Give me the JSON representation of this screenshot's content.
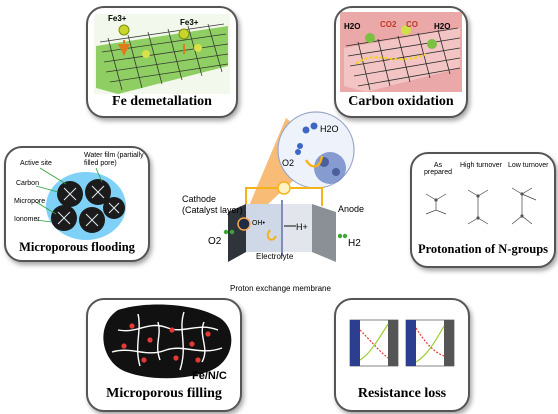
{
  "panels": {
    "fe_demetallation": {
      "caption": "Fe demetallation",
      "ion_labels": [
        "Fe3+",
        "Fe3+"
      ]
    },
    "carbon_oxidation": {
      "caption": "Carbon oxidation",
      "species": [
        "H2O",
        "CO2",
        "CO",
        "H2O"
      ]
    },
    "microporous_flooding": {
      "caption": "Microporous flooding",
      "labels": [
        "Active site",
        "Water film (partially filled pore)",
        "Carbon",
        "Micropore",
        "Ionomer"
      ]
    },
    "protonation": {
      "caption": "Protonation of N-groups",
      "labels": [
        "As prepared",
        "High turnover",
        "Low turnover"
      ]
    },
    "microporous_filling": {
      "caption": "Microporous filling",
      "material": "Fe/N/C"
    },
    "resistance_loss": {
      "caption": "Resistance loss"
    }
  },
  "center": {
    "cathode_label": "Cathode (Catalyst layer)",
    "anode_label": "Anode",
    "electrolyte_label": "Electrolyte",
    "membrane_label": "Proton exchange membrane",
    "o2": "O2",
    "h2": "H2",
    "h_plus": "H+",
    "oh": "OH•",
    "bubble_h2o": "H2O",
    "bubble_o2": "O2"
  },
  "colors": {
    "panel_border": "#555555",
    "graphene": "#3b3b3b",
    "grass": "#6fbf3f",
    "oxidation_bg": "#e9a0a0",
    "water": "#5bc0f5",
    "cathode": "#3a3f46",
    "anode": "#8d9196",
    "accent_orange": "#f28c1c"
  }
}
